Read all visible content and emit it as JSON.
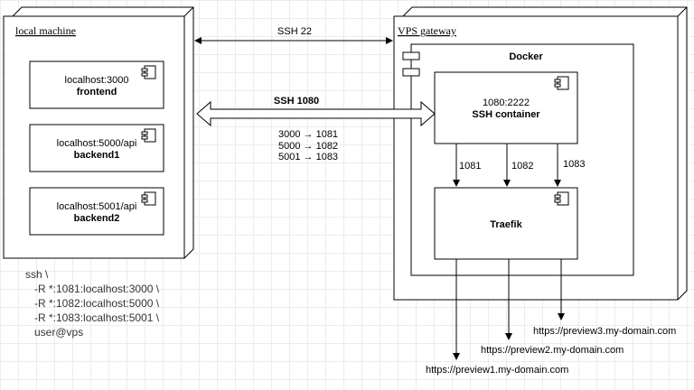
{
  "local_machine": {
    "title": "local machine",
    "components": [
      {
        "address": "localhost:3000",
        "name": "frontend"
      },
      {
        "address": "localhost:5000/api",
        "name": "backend1"
      },
      {
        "address": "localhost:5001/api",
        "name": "backend2"
      }
    ]
  },
  "vps": {
    "title": "VPS gateway",
    "docker_label": "Docker",
    "ssh_container": {
      "ports": "1080:2222",
      "name": "SSH container"
    },
    "traefik": {
      "name": "Traefik"
    },
    "ports": [
      "1081",
      "1082",
      "1083"
    ]
  },
  "links": {
    "ssh22": "SSH 22",
    "ssh1080": "SSH 1080",
    "mappings": [
      "3000 → 1081",
      "5000 → 1082",
      "5001 → 1083"
    ]
  },
  "urls": [
    "https://preview1.my-domain.com",
    "https://preview2.my-domain.com",
    "https://preview3.my-domain.com"
  ],
  "command": [
    "ssh \\",
    "   -R *:1081:localhost:3000 \\",
    "   -R *:1082:localhost:5000 \\",
    "   -R *:1083:localhost:5001 \\",
    "   user@vps"
  ]
}
